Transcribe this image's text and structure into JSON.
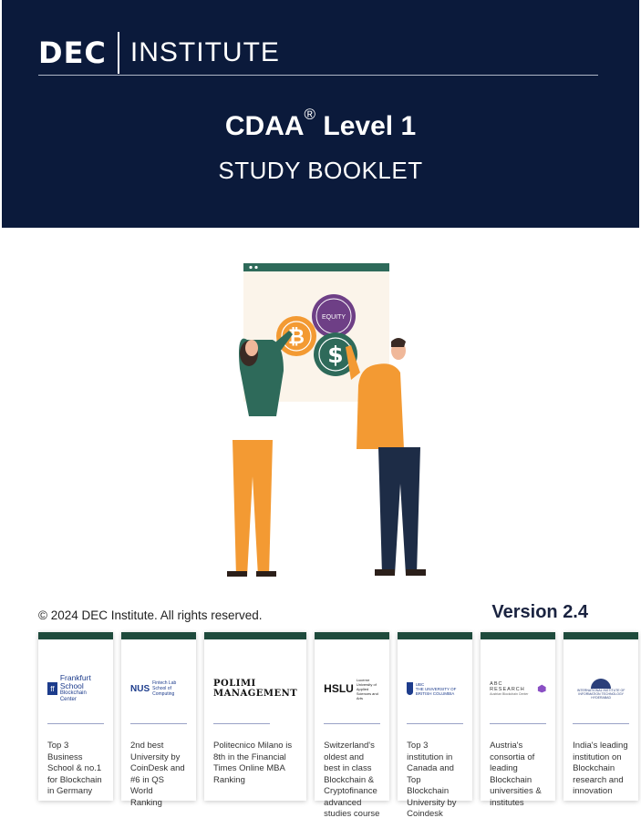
{
  "header": {
    "brand_left": "DEC",
    "brand_right": "INSTITUTE",
    "title": "CDAA",
    "title_mark": "®",
    "title_level": " Level 1",
    "subtitle": "STUDY BOOKLET"
  },
  "illustration": {
    "equity_label": "EQUITY",
    "bitcoin_symbol": "₿",
    "dollar_symbol": "$"
  },
  "footer": {
    "copyright": "© 2024 DEC Institute. All rights reserved.",
    "version": "Version 2.4"
  },
  "partners": [
    {
      "logo": "Frankfurt School",
      "logo_sub": "Blockchain Center",
      "text": "Top 3 Business School & no.1 for Blockchain in Germany"
    },
    {
      "logo": "NUS",
      "logo_sub": "Fintech Lab School of Computing",
      "text": "2nd best University by CoinDesk and #6 in QS World Ranking"
    },
    {
      "logo": "POLIMI MANAGEMENT",
      "logo_sub": "",
      "text": "Politecnico Milano is 8th in the Financial Times Online MBA Ranking"
    },
    {
      "logo": "HSLU",
      "logo_sub": "Lucerne University of Applied Sciences and Arts",
      "text": "Switzerland's oldest and best in class Blockchain & Cryptofinance advanced studies course"
    },
    {
      "logo": "UBC",
      "logo_sub": "THE UNIVERSITY OF BRITISH COLUMBIA",
      "text": "Top 3 institution in Canada and Top Blockchain University by Coindesk"
    },
    {
      "logo": "ABC RESEARCH",
      "logo_sub": "Austrian Blockchain Center",
      "text": "Austria's consortia of leading Blockchain universities & institutes"
    },
    {
      "logo": "INTERNATIONAL INSTITUTE OF INFORMATION TECHNOLOGY",
      "logo_sub": "HYDERABAD",
      "text": "India's leading institution on Blockchain research and innovation"
    }
  ]
}
